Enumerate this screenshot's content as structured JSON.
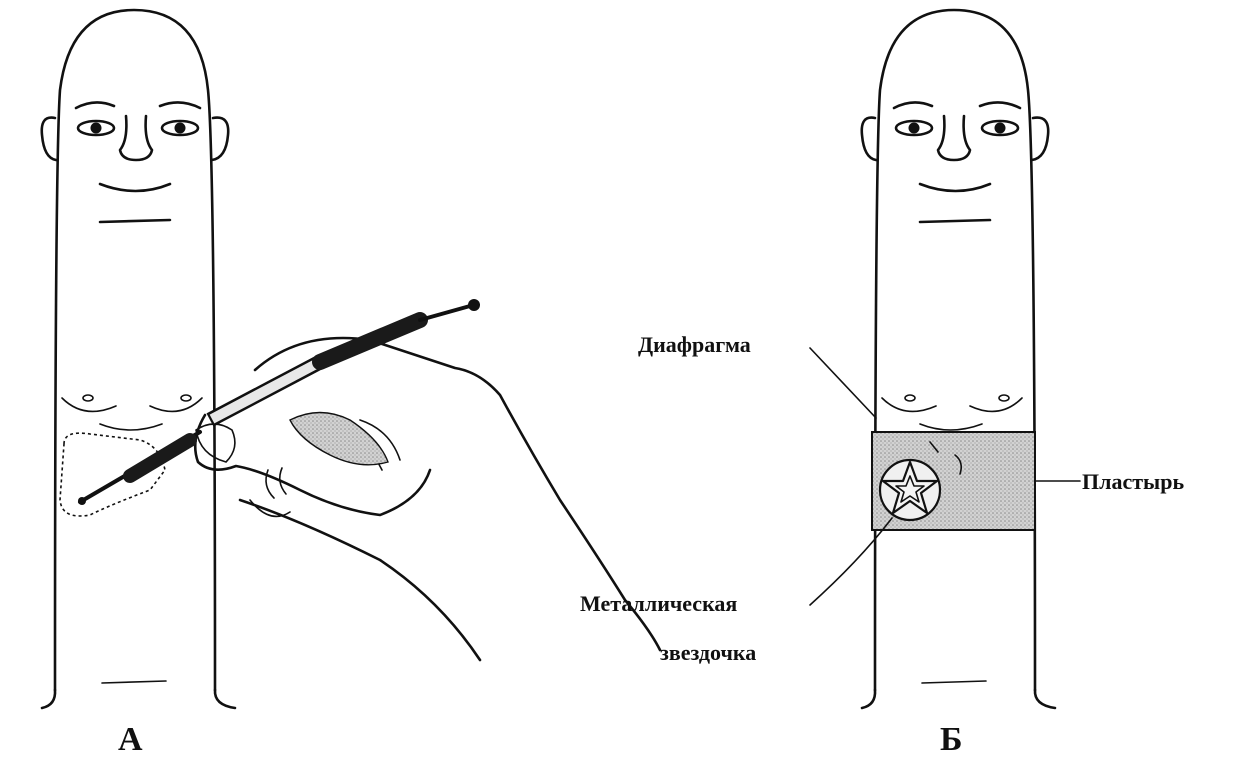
{
  "panels": {
    "left": {
      "letter": "А"
    },
    "right": {
      "letter": "Б",
      "labels": {
        "diaphragm": "Диафрагма",
        "patch": "Пластырь",
        "star_line1": "Металлическая",
        "star_line2": "звездочка"
      }
    }
  },
  "colors": {
    "ink": "#111111",
    "patch_fill": "#c8c8c8",
    "pen_body": "#1a1a1a"
  }
}
